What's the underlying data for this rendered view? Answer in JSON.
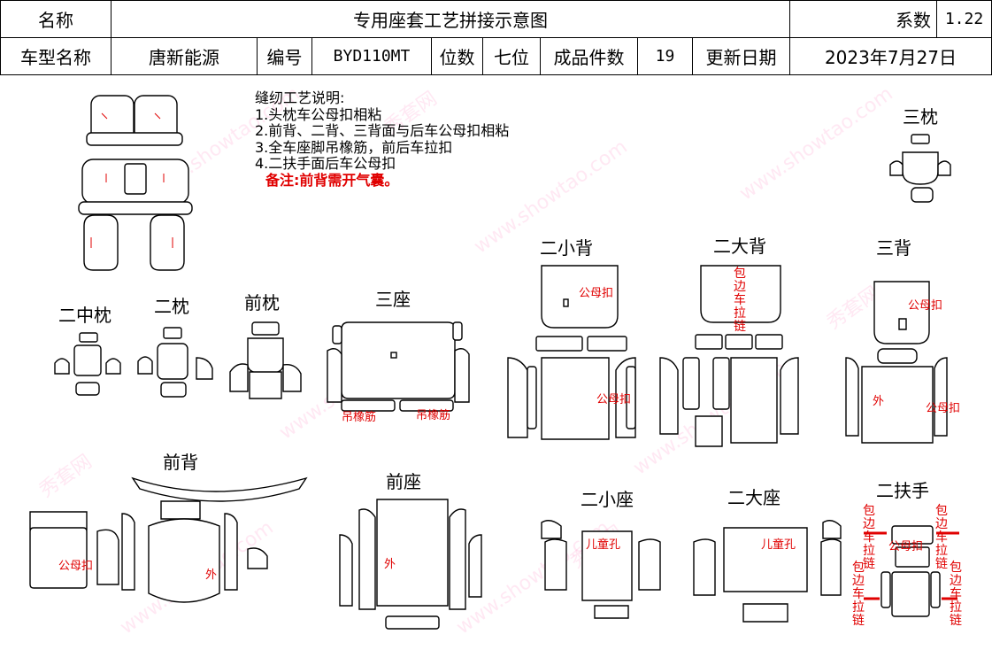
{
  "header": {
    "name_label": "名称",
    "doc_title": "专用座套工艺拼接示意图",
    "coef_label": "系数",
    "coef_value": "1.22",
    "model_label": "车型名称",
    "model_value": "唐新能源",
    "code_label": "编号",
    "code_value": "BYD110MT",
    "seats_label": "位数",
    "seats_value": "七位",
    "pieces_label": "成品件数",
    "pieces_value": "19",
    "update_label": "更新日期",
    "update_value": "2023年7月27日"
  },
  "notes": {
    "heading": "缝纫工艺说明:",
    "line1": "1.头枕车公母扣相粘",
    "line2": "2.前背、二背、三背面与后车公母扣相粘",
    "line3": "3.全车座脚吊橡筋，前后车拉扣",
    "line4": "4.二扶手面后车公母扣",
    "remark": "备注:前背需开气囊。"
  },
  "parts": {
    "third_pillow": "三枕",
    "second_small_back": "二小背",
    "second_large_back": "二大背",
    "third_back": "三背",
    "second_middle_pillow": "二中枕",
    "second_pillow": "二枕",
    "front_pillow": "前枕",
    "third_seat": "三座",
    "front_back": "前背",
    "front_seat": "前座",
    "second_small_seat": "二小座",
    "second_large_seat": "二大座",
    "second_armrest": "二扶手"
  },
  "annotations": {
    "snap": "公母扣",
    "elastic": "吊橡筋",
    "outer": "外",
    "child_hole": "儿童孔",
    "edge_zip": "包边车拉链"
  },
  "watermark": {
    "brand": "秀套网",
    "url": "www.showtao.com"
  }
}
